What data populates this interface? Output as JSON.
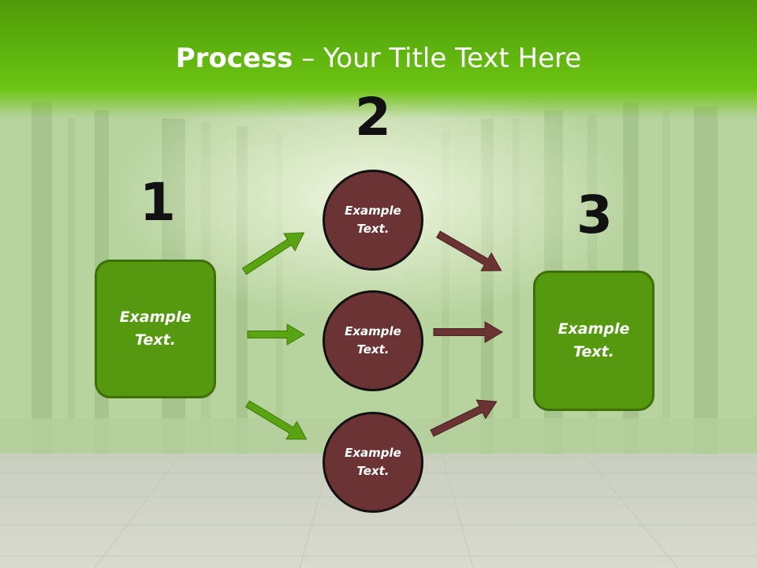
{
  "title": {
    "bold": "Process",
    "rest": " – Your Title Text Here"
  },
  "steps": [
    {
      "number": "1",
      "text": "Example Text."
    },
    {
      "number": "2",
      "items": [
        "Example Text.",
        "Example Text.",
        "Example Text."
      ]
    },
    {
      "number": "3",
      "text": "Example Text."
    }
  ],
  "colors": {
    "title_bar": "#5fb40e",
    "step_box": "#55990f",
    "circle": "#6b3333",
    "arrow_in": "#5aa312",
    "arrow_out": "#6b3333"
  }
}
